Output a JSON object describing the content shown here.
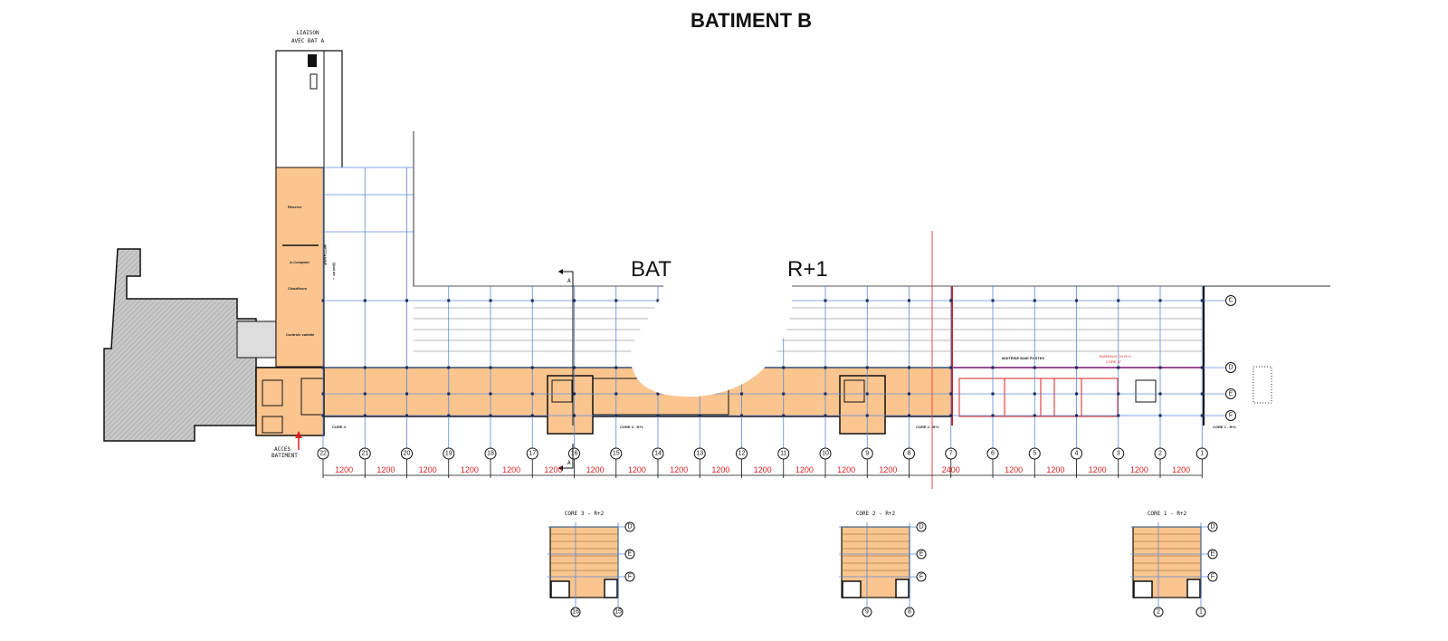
{
  "title": "BATIMENT B",
  "floor_label_left": "BAT",
  "floor_label_right": "R+1",
  "link_label": [
    "LIAISON",
    "AVEC BAT A"
  ],
  "access_label": [
    "ACCES",
    "BATIMENT"
  ],
  "section_marker": "A",
  "rooms": [
    "Réserve",
    "MEZZANINE",
    "A-Comptoir",
    "Chauffeurs",
    "Contrôle validité",
    "Quai de ..."
  ],
  "right_zone_labels": [
    "BUREAUX CH R+1",
    "CORE N°",
    "MAITRISE BAIE POSTES"
  ],
  "core_labels": [
    "CORE 4",
    "CORE 3 - R+1",
    "CORE 2 - R+1",
    "CORE 1 - R+1"
  ],
  "grid_columns": [
    "22",
    "21",
    "20",
    "19",
    "18",
    "17",
    "16",
    "15",
    "14",
    "13",
    "12",
    "11",
    "10",
    "9",
    "8",
    "7",
    "6",
    "5",
    "4",
    "3",
    "2",
    "1"
  ],
  "grid_rows": [
    "C",
    "D",
    "E",
    "F"
  ],
  "dimensions": [
    "1200",
    "1200",
    "1200",
    "1200",
    "1200",
    "1200",
    "1200",
    "1200",
    "1200",
    "1200",
    "1200",
    "1200",
    "1200",
    "1200",
    "2400",
    "1200",
    "1200",
    "1200",
    "1200",
    "1200"
  ],
  "r2_cores": [
    {
      "label": "CORE 3 - R+2",
      "rows": [
        "D",
        "E",
        "F"
      ],
      "cols": [
        "16",
        "15"
      ]
    },
    {
      "label": "CORE 2 - R+2",
      "rows": [
        "D",
        "E",
        "F"
      ],
      "cols": [
        "9",
        "8"
      ]
    },
    {
      "label": "CORE 1 - R+2",
      "rows": [
        "D",
        "E",
        "F"
      ],
      "cols": [
        "2",
        "1"
      ]
    }
  ],
  "colors": {
    "zone": "#fbc58f",
    "grid": "#5b8bd6",
    "dim": "#dd2222",
    "hatch": "#bdbdbd",
    "wall": "#111111"
  }
}
